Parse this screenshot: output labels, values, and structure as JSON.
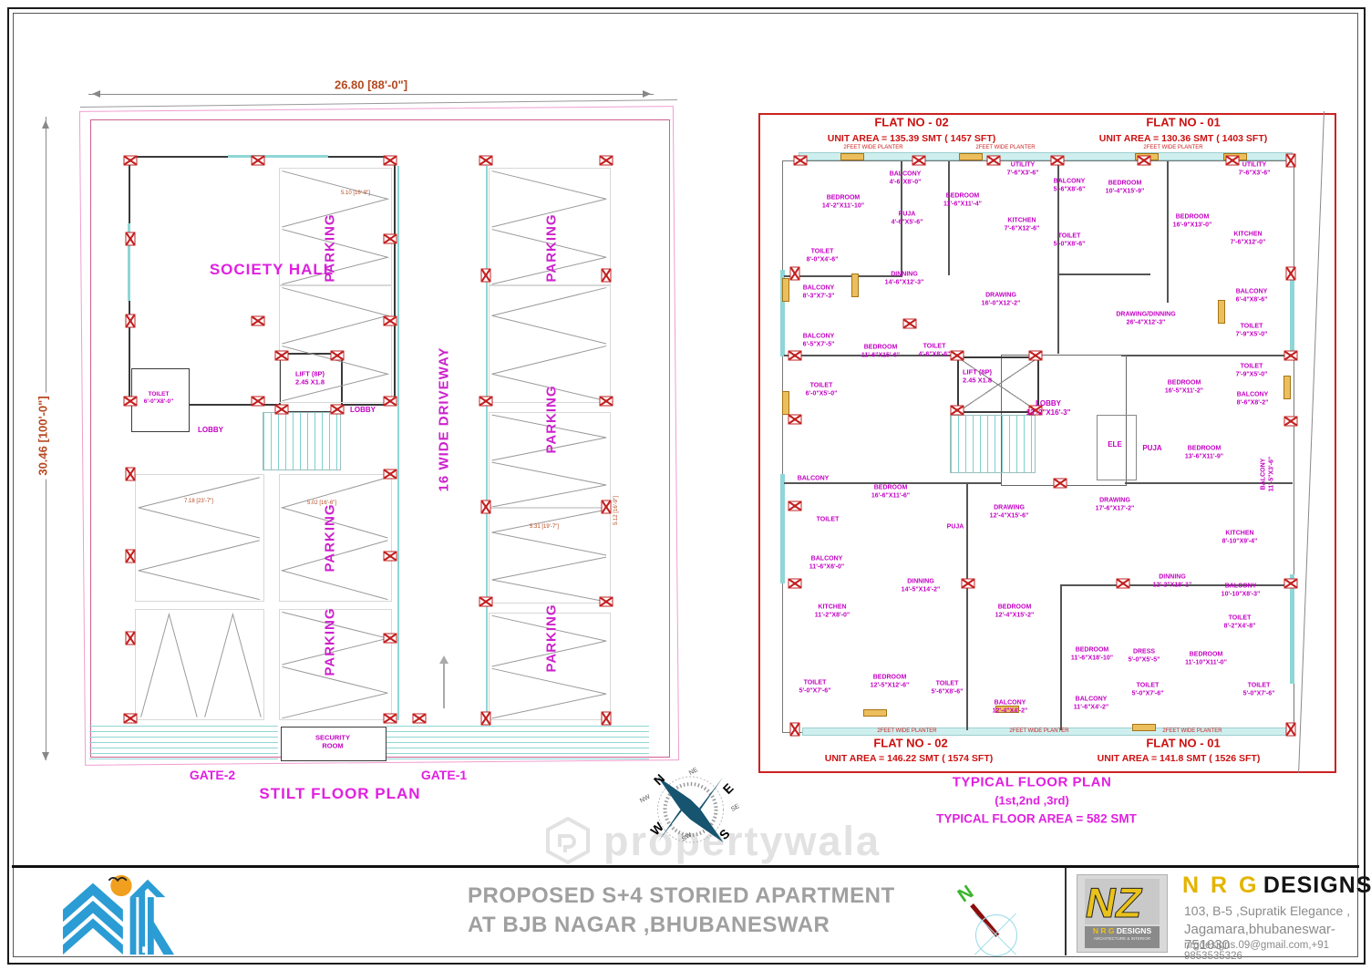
{
  "colors": {
    "accent_magenta": "#cc00cc",
    "accent_red": "#cc2222",
    "dim_red": "#b5491f",
    "cyan": "#8fd6d6",
    "brand_yellow": "#e4b400",
    "title_gray": "#a0a0a0"
  },
  "dims": {
    "top": "26.80 [88'-0\"]",
    "left": "30.46 [100'-0\"]"
  },
  "stilt": {
    "title": "STILT FLOOR PLAN",
    "society_hall": "SOCIETY HALL",
    "toilet": "TOILET\n6'-0\"X8'-0\"",
    "lobby": "LOBBY",
    "lift": "LIFT (8P)\n2.45 X1.8",
    "parking": "PARKING",
    "driveway": "16 WIDE DRIVEWAY",
    "security": "SECURITY\nROOM",
    "gate1": "GATE-1",
    "gate2": "GATE-2",
    "dims": [
      "5.10 [16'-9\"]",
      "7.18 [23'-7\"]",
      "5.02 [16'-6\"]",
      "5.31 [19'-7\"]",
      "5.12 [16'-9\"]"
    ]
  },
  "typical": {
    "title1": "TYPICAL FLOOR PLAN",
    "title2": "(1st,2nd ,3rd)",
    "title3": "TYPICAL FLOOR AREA   = 582  SMT",
    "planter": "2FEET WIDE PLANTER",
    "flats": {
      "tl_name": "FLAT NO  - 02",
      "tl_area": "UNIT AREA = 135.39 SMT ( 1457 SFT)",
      "tr_name": "FLAT NO  - 01",
      "tr_area": "UNIT AREA = 130.36 SMT ( 1403 SFT)",
      "bl_name": "FLAT NO  - 02",
      "bl_area": "UNIT AREA = 146.22 SMT ( 1574 SFT)",
      "br_name": "FLAT NO  - 01",
      "br_area": "UNIT AREA = 141.8 SMT ( 1526 SFT)"
    },
    "rooms": [
      {
        "t": "BEDROOM\n14'-2\"X11'-10\""
      },
      {
        "t": "BALCONY\n4'-6\"X8'-0\""
      },
      {
        "t": "PUJA\n4'-6\"X5'-6\""
      },
      {
        "t": "BEDROOM\n11'-6\"X11'-4\""
      },
      {
        "t": "UTILITY\n7'-6\"X3'-6\""
      },
      {
        "t": "KITCHEN\n7'-6\"X12'-6\""
      },
      {
        "t": "TOILET\n8'-0\"X4'-6\""
      },
      {
        "t": "BALCONY\n8'-3\"X7'-3\""
      },
      {
        "t": "DINNING\n14'-6\"X12'-3\""
      },
      {
        "t": "DRAWING\n16'-0\"X12'-2\""
      },
      {
        "t": "BALCONY\n5'-6\"X8'-6\""
      },
      {
        "t": "TOILET\n5'-0\"X8'-6\""
      },
      {
        "t": "BEDROOM\n10'-4\"X15'-9\""
      },
      {
        "t": "BEDROOM\n16'-9\"X13'-0\""
      },
      {
        "t": "UTILITY\n7'-6\"X3'-6\""
      },
      {
        "t": "KITCHEN\n7'-6\"X12'-0\""
      },
      {
        "t": "DRAWING/DINNING\n26'-4\"X12'-3\""
      },
      {
        "t": "BALCONY\n6'-4\"X8'-6\""
      },
      {
        "t": "TOILET\n7'-9\"X5'-0\""
      },
      {
        "t": "TOILET\n7'-9\"X5'-0\""
      },
      {
        "t": "BALCONY\n8'-6\"X8'-2\""
      },
      {
        "t": "BALCONY\n6'-5\"X7'-5\""
      },
      {
        "t": "BEDROOM\n11'-6\"X15'-6\""
      },
      {
        "t": "TOILET\n4'-6\"X8'-6\""
      },
      {
        "t": "TOILET\n6'-0\"X5'-0\""
      },
      {
        "t": "LIFT (8P)\n2.45 X1.8"
      },
      {
        "t": "LOBBY\n13'-2\"X16'-3\""
      },
      {
        "t": "ELE"
      },
      {
        "t": "PUJA"
      },
      {
        "t": "BEDROOM\n16'-5\"X11'-2\""
      },
      {
        "t": "BEDROOM\n13'-6\"X11'-9\""
      },
      {
        "t": "BALCONY\n11'-5\"X3'-6\""
      },
      {
        "t": "DRAWING\n17'-6\"X17'-2\""
      },
      {
        "t": "KITCHEN\n8'-10\"X9'-4\""
      },
      {
        "t": "DINNING\n12'-2\"X18'-1\""
      },
      {
        "t": "BALCONY\n10'-10\"X8'-3\""
      },
      {
        "t": "BALCONY"
      },
      {
        "t": "BEDROOM\n16'-6\"X11'-6\""
      },
      {
        "t": "TOILET"
      },
      {
        "t": "PUJA"
      },
      {
        "t": "DRAWING\n12'-4\"X15'-6\""
      },
      {
        "t": "BALCONY\n11'-6\"X6'-0\""
      },
      {
        "t": "DINNING\n14'-5\"X14'-2\""
      },
      {
        "t": "KITCHEN\n11'-2\"X8'-0\""
      },
      {
        "t": "BEDROOM\n12'-4\"X15'-2\""
      },
      {
        "t": "TOILET\n5'-0\"X7'-6\""
      },
      {
        "t": "BEDROOM\n12'-5\"X12'-6\""
      },
      {
        "t": "TOILET\n5'-6\"X8'-6\""
      },
      {
        "t": "BALCONY\n12'-4\"X4'-2\""
      },
      {
        "t": "TOILET\n8'-2\"X4'-8\""
      },
      {
        "t": "BEDROOM\n11'-6\"X18'-10\""
      },
      {
        "t": "DRESS\n5'-0\"X5'-5\""
      },
      {
        "t": "TOILET\n5'-0\"X7'-6\""
      },
      {
        "t": "BEDROOM\n11'-10\"X11'-0\""
      },
      {
        "t": "TOILET\n5'-0\"X7'-6\""
      },
      {
        "t": "BALCONY\n11'-6\"X4'-2\""
      }
    ]
  },
  "compass": {
    "n": "N",
    "e": "E",
    "s": "S",
    "w": "W",
    "ne": "NE",
    "se": "SE",
    "sw": "SW",
    "nw": "NW"
  },
  "north": {
    "label": "N"
  },
  "watermark": "propertywala",
  "title_block": {
    "line1": "PROPOSED S+4 STORIED APARTMENT",
    "line2": "AT  BJB NAGAR ,BHUBANESWAR",
    "brand_accent": "N R G",
    "brand_rest": "DESIGNS",
    "addr1": "103, B-5 ,Supratik Elegance ,",
    "addr2": "Jagamara,bhubaneswar- 751030",
    "contact": "nrgdesigns.09@gmail.com,+91 9853535326",
    "logo_monogram": "NZ",
    "logo_brand_accent": "N R G",
    "logo_brand_rest": "DESIGNS",
    "logo_sub": "ARCHITECTURE & INTERIOR"
  }
}
